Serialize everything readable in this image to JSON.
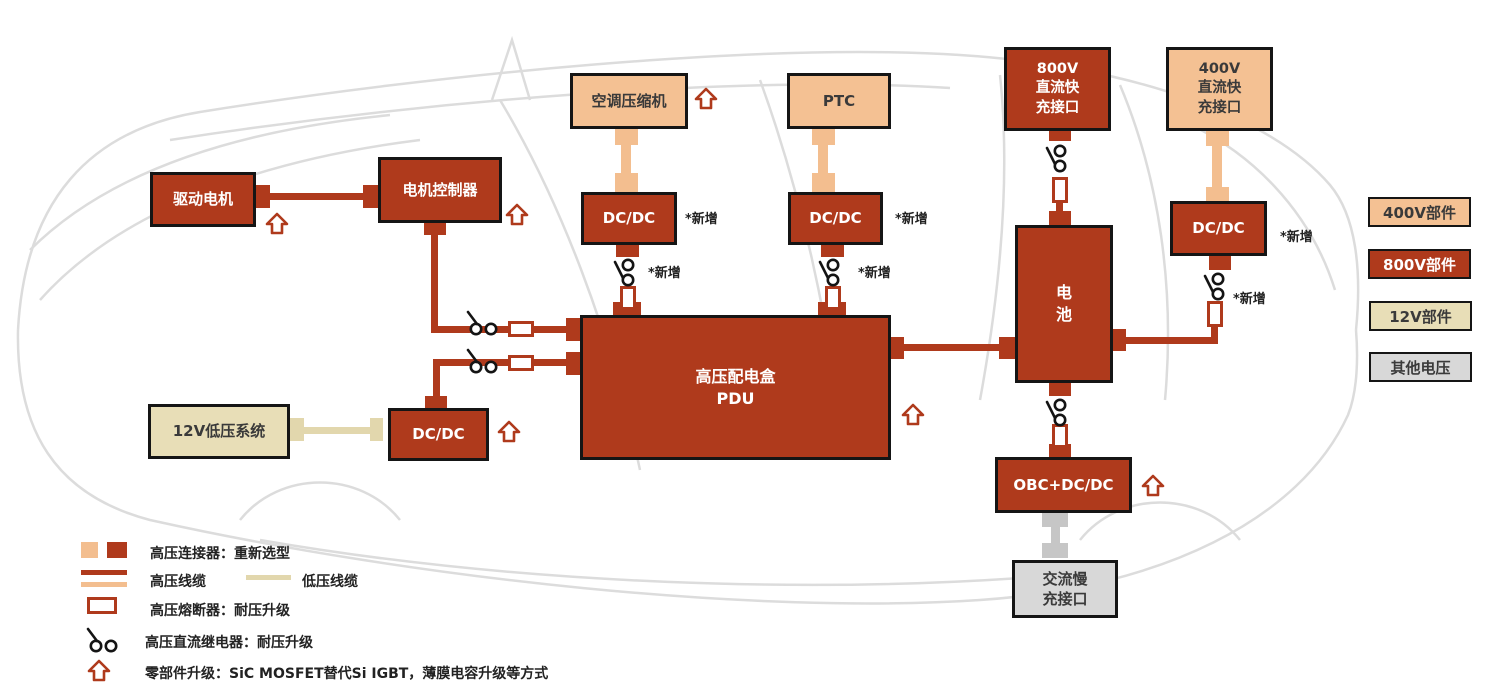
{
  "nodes": {
    "drive_motor": {
      "label": "驱动电机"
    },
    "motor_controller": {
      "label": "电机控制器"
    },
    "ac_compressor": {
      "label": "空调压缩机"
    },
    "ptc": {
      "label": "PTC"
    },
    "dcdc": {
      "label": "DC/DC"
    },
    "port_800v": {
      "label": "800V\n直流快\n充接口"
    },
    "port_400v": {
      "label": "400V\n直流快\n充接口"
    },
    "battery": {
      "label": "电\n池"
    },
    "pdu": {
      "label": "高压配电盒\nPDU"
    },
    "sys_12v": {
      "label": "12V低压系统"
    },
    "obc": {
      "label": "OBC+DC/DC"
    },
    "ac_slow_port": {
      "label": "交流慢\n充接口"
    }
  },
  "annotations": {
    "new_item": "*新增"
  },
  "legend_right": {
    "v400": "400V部件",
    "v800": "800V部件",
    "v12": "12V部件",
    "other": "其他电压"
  },
  "legend_bottom": {
    "connector": "高压连接器：重新选型",
    "hv_cable": "高压线缆",
    "lv_cable": "低压线缆",
    "fuse": "高压熔断器：耐压升级",
    "relay": "高压直流继电器：耐压升级",
    "upgrade": "零部件升级：SiC MOSFET替代Si IGBT，薄膜电容升级等方式"
  },
  "colors": {
    "comp_800v": "#AF3A1C",
    "comp_400v": "#F4C193",
    "comp_12v": "#E8DEB7",
    "comp_other": "#D8D8D8",
    "hv_line": "#AF3A1C",
    "lv_line": "#E2D7AD",
    "sketch": "#DCDCDC"
  }
}
